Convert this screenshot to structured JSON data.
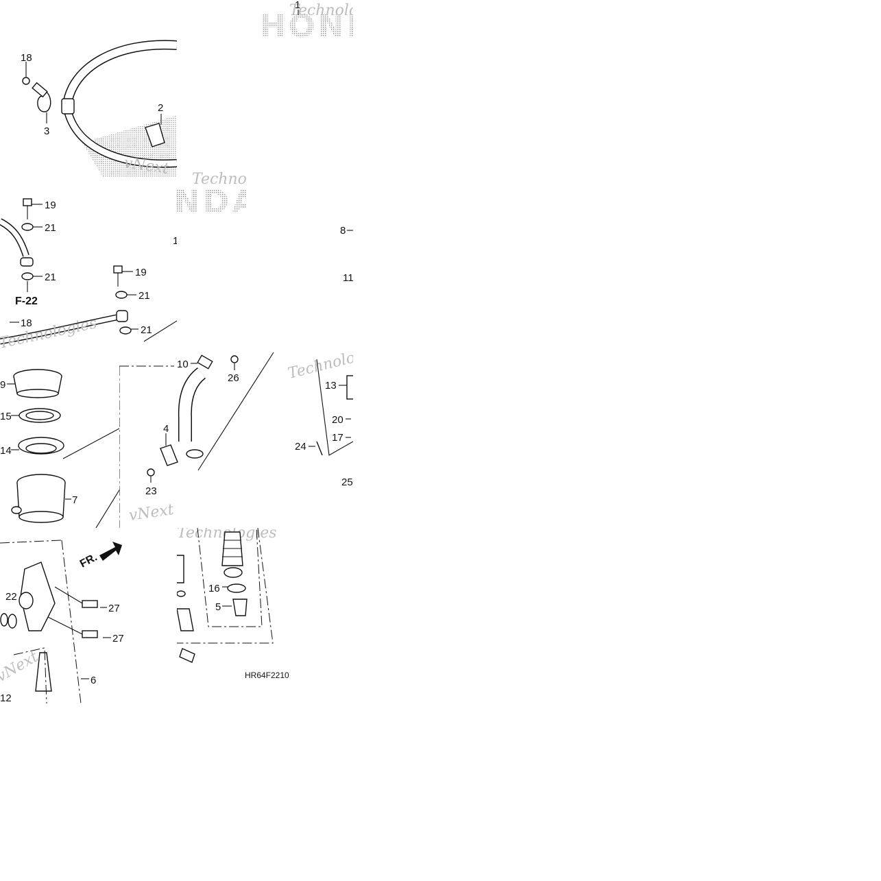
{
  "diagram": {
    "code": "HR64F2210",
    "frame_ref": "F-22",
    "front_arrow_label": "FR.",
    "watermark": {
      "brand": "HONDA",
      "line1": "vNext",
      "line2": "Technologies"
    },
    "callouts": [
      "1",
      "2",
      "3",
      "4",
      "5",
      "6",
      "7",
      "8",
      "9",
      "10",
      "11",
      "12",
      "13",
      "14",
      "15",
      "16",
      "17",
      "18",
      "19",
      "20",
      "21",
      "22",
      "23",
      "24",
      "25",
      "26",
      "27"
    ]
  }
}
